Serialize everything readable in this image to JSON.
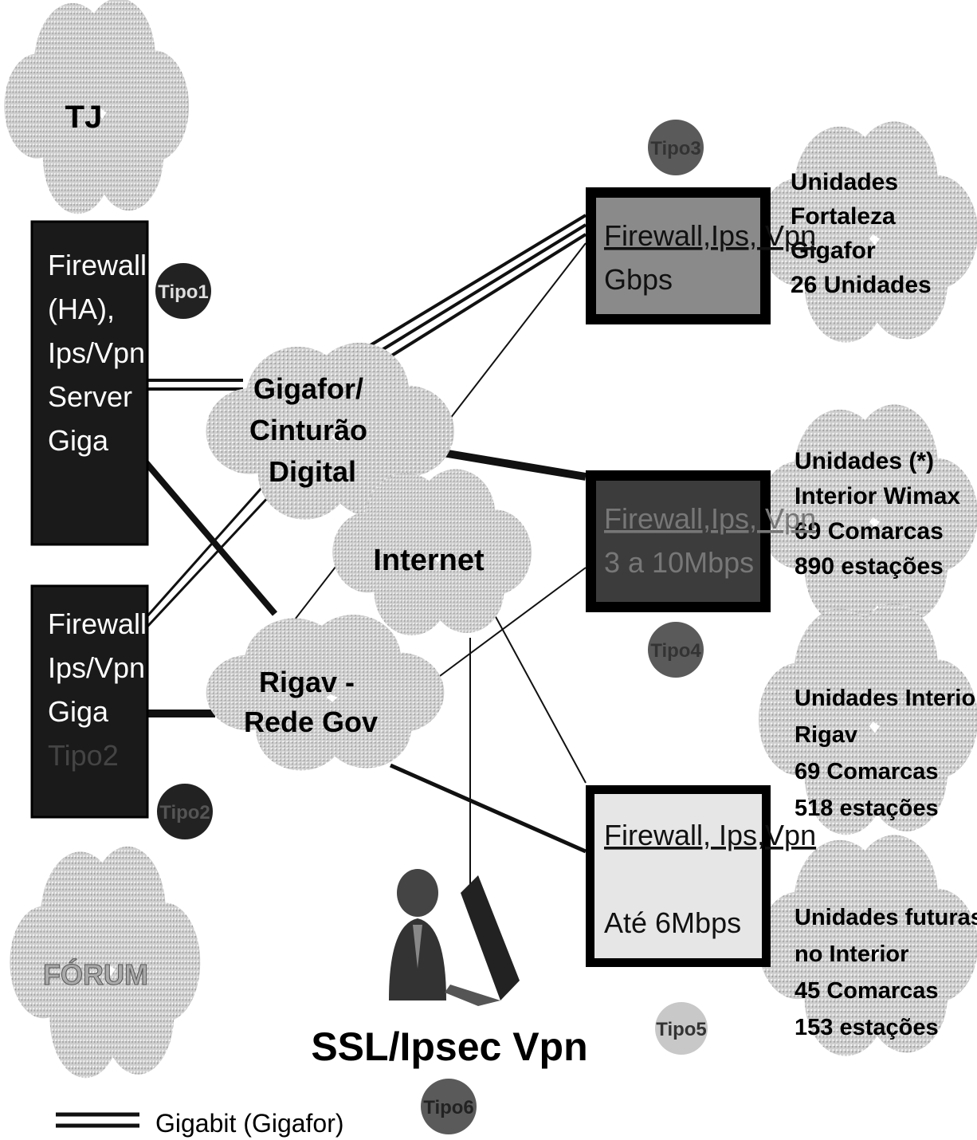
{
  "clouds": {
    "tj": "TJ",
    "gigafor": [
      "Gigafor/",
      "Cinturão",
      "Digital"
    ],
    "internet": "Internet",
    "rigav": [
      "Rigav -",
      "Rede Gov"
    ],
    "forum": "FÓRUM",
    "unidades_fortaleza": [
      "Unidades",
      "Fortaleza",
      "Gigafor",
      "26 Unidades"
    ],
    "unidades_wimax": [
      "Unidades (*)",
      "Interior Wimax",
      "69 Comarcas",
      "890 estações"
    ],
    "unidades_rigav": [
      "Unidades Interior",
      "Rigav",
      "69 Comarcas",
      "518 estações"
    ],
    "unidades_futuras": [
      "Unidades futuras",
      "no Interior",
      "45 Comarcas",
      "153  estações"
    ]
  },
  "boxes": {
    "tipo1": [
      "Firewall",
      "(HA),",
      "Ips/Vpn",
      "Server",
      "Giga"
    ],
    "tipo2": [
      "Firewall,",
      "Ips/Vpn",
      "Giga",
      "Tipo2"
    ],
    "tipo3": [
      "Firewall,Ips, Vpn",
      "Gbps"
    ],
    "tipo4": [
      "Firewall,Ips, Vpn",
      "3 a 10Mbps"
    ],
    "tipo5": [
      "Firewall, Ips,Vpn",
      "Até 6Mbps"
    ]
  },
  "badges": {
    "tipo1": "Tipo1",
    "tipo2": "Tipo2",
    "tipo3": "Tipo3",
    "tipo4": "Tipo4",
    "tipo5": "Tipo5",
    "tipo6": "Tipo6"
  },
  "vpn_label": "SSL/Ipsec Vpn",
  "legend": {
    "gigabit": "Gigabit (Gigafor)"
  },
  "colors": {
    "cloud_fill": "#c9c9c9",
    "box_dark": "#1a1a1a",
    "box_tipo3": "#8a8a8a",
    "box_tipo4": "#3c3c3c",
    "box_tipo5": "#e6e6e6",
    "badge_dark": "#222222",
    "badge_mid": "#5a5a5a",
    "badge_light": "#c8c8c8"
  }
}
